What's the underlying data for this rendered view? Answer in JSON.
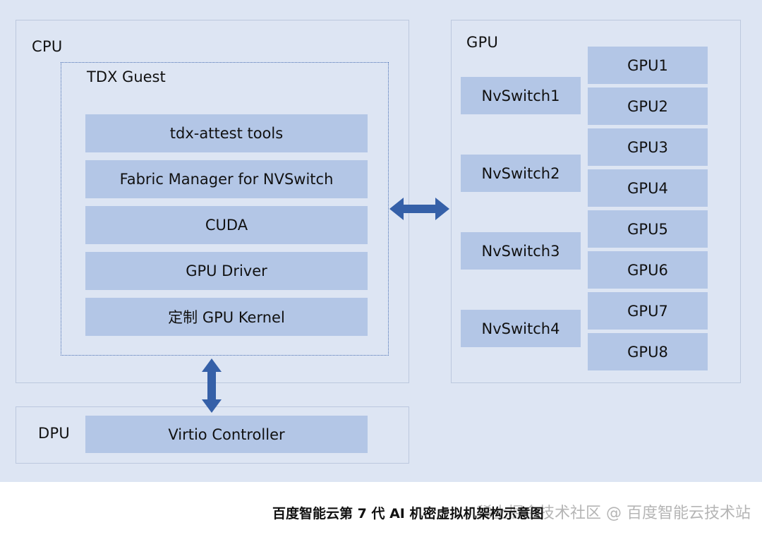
{
  "cpu": {
    "label": "CPU",
    "guest": {
      "label": "TDX Guest",
      "layers": [
        "tdx-attest tools",
        "Fabric Manager for NVSwitch",
        "CUDA",
        "GPU Driver",
        "定制 GPU Kernel"
      ]
    }
  },
  "gpu": {
    "label": "GPU",
    "switches": [
      "NvSwitch1",
      "NvSwitch2",
      "NvSwitch3",
      "NvSwitch4"
    ],
    "gpus": [
      "GPU1",
      "GPU2",
      "GPU3",
      "GPU4",
      "GPU5",
      "GPU6",
      "GPU7",
      "GPU8"
    ]
  },
  "dpu": {
    "label": "DPU",
    "controller": "Virtio Controller"
  },
  "caption": "百度智能云第 7 代 AI 机密虚拟机架构示意图",
  "watermark": "稀土掘金技术社区 @ 百度智能云技术站",
  "colors": {
    "background": "#dde5f3",
    "block": "#b3c6e6",
    "arrow": "#3560a8",
    "frame_border": "#bcc8de"
  }
}
